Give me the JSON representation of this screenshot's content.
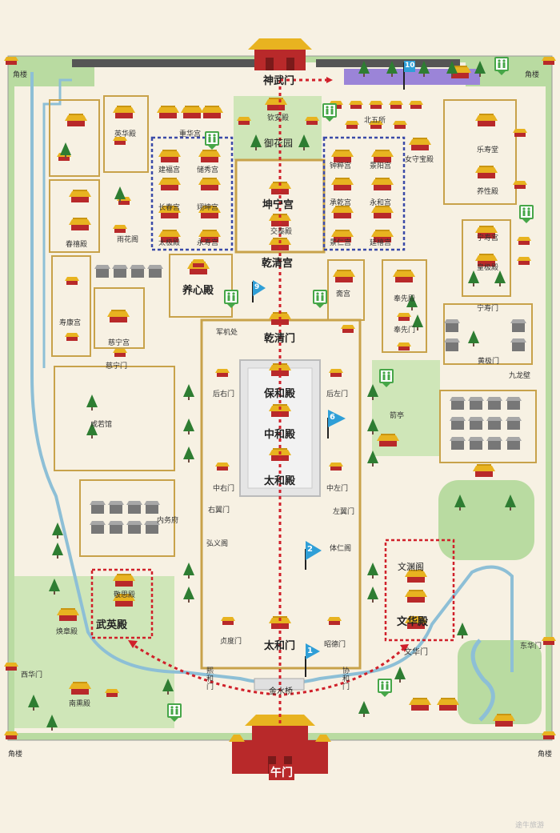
{
  "labels": {
    "shenwumen": "神武门",
    "wumen": "午门",
    "taihemen": "太和门",
    "taihedian": "太和殿",
    "zhonghedian": "中和殿",
    "baohedian": "保和殿",
    "qianqingmen": "乾清门",
    "qianqinggong": "乾清宫",
    "jiaotaidian": "交泰殿",
    "kunninggong": "坤宁宫",
    "yuhuayuan": "御花园",
    "qinandian": "钦安殿",
    "yangxindian": "养心殿",
    "junjichu": "军机处",
    "wuyingdian": "武英殿",
    "jingsidian": "敬思殿",
    "huanzhangdian": "焕章殿",
    "nanxundian": "南熏殿",
    "wenhuadian": "文华殿",
    "wenyuange": "文渊阁",
    "wenhuamen": "文华门",
    "donghuamen": "东华门",
    "xihuamen": "西华门",
    "jinshuiqiao": "金水桥",
    "xiehemen": "协和门",
    "xihemen": "熙和门",
    "zhendumen": "贞度门",
    "zhaodemen": "昭德门",
    "hongyige": "弘义阁",
    "tirenge": "体仁阁",
    "youyimen": "右翼门",
    "zuoyimen": "左翼门",
    "zhongyoumen": "中右门",
    "zhongzuomen": "中左门",
    "houyoumen": "后右门",
    "houzuomen": "后左门",
    "jianting": "箭亭",
    "neiwufu": "内务府",
    "yingxingdian": "英华殿",
    "chongfugong": "重华宫",
    "jianfugong": "建福宫",
    "changchungong": "长春宫",
    "taijidian": "太极殿",
    "chuxiugong": "储秀宫",
    "yikungong": "翊坤宫",
    "yongshougong": "永寿宫",
    "zhongcuigong": "钟粹宫",
    "jingyanggong": "景阳宫",
    "chengqiangong": "承乾宫",
    "yonghegong": "永和宫",
    "jingrengong": "景仁宫",
    "yanxigong": "延禧宫",
    "beiwusuo": "北五所",
    "nvshoubaodian": "女守宝殿",
    "leshoutang": "乐寿堂",
    "yangxingdian": "养性殿",
    "ningshougong": "宁寿宫",
    "huangjidian": "皇极殿",
    "ningshoumen": "宁寿门",
    "huangjimen": "黄极门",
    "jiulongbi": "九龙壁",
    "fengxiandian": "奉先殿",
    "fengxianmen": "奉先门",
    "zhaigong": "斋宫",
    "shoukanggong": "寿康宫",
    "cininggong": "慈宁宫",
    "ciningmen": "慈宁门",
    "xianruoguan": "咸若馆",
    "chunxidian": "春禧殿",
    "yuhuage": "雨花阁",
    "jiaolou": "角楼",
    "logo": "途牛旅游"
  },
  "waypoints": [
    "1",
    "2",
    "6",
    "9",
    "10"
  ],
  "colors": {
    "background": "#f7f1e3",
    "wall": "#c8a24a",
    "moat": "#8dbfd6",
    "garden": "#b9dba1",
    "route": "#d0202a",
    "roof": "#e8b320",
    "walls_red": "#b8292a",
    "flag": "#2f9fd7",
    "toilet": "#46a648",
    "palace_box": "#3a4aa8"
  },
  "icons": [
    "toilet-icon",
    "flag-icon",
    "tree-icon",
    "hall-icon",
    "route-line"
  ]
}
